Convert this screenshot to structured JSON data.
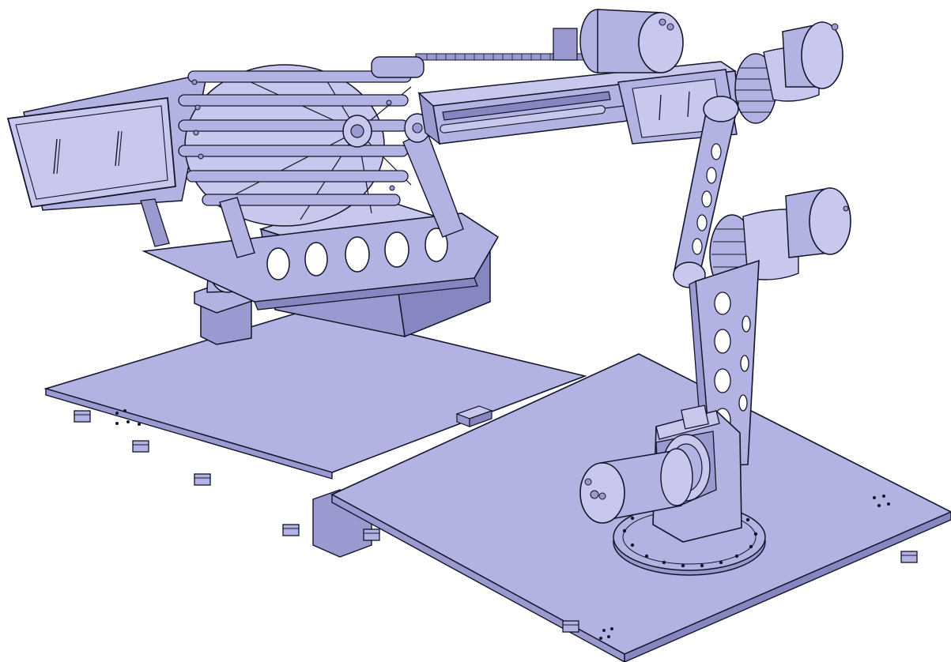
{
  "scene": {
    "palette": {
      "fill": "#b3b3e3",
      "fill_light": "#c8c8ee",
      "fill_dark": "#9a9ad0",
      "shadow": "#8686c0",
      "edge": "#14142a",
      "background": "#ffffff"
    },
    "components": [
      "left-base-plate",
      "right-base-plate",
      "pedestal-block",
      "pivot-mount",
      "pivot-arm-beam",
      "rotary-drum-frame",
      "side-enclosure-box",
      "upper-horizontal-arm",
      "top-motor",
      "right-wrist-motor",
      "elbow-motor",
      "upper-link-arm",
      "lower-link-arm",
      "base-motor",
      "turntable-flange"
    ]
  }
}
